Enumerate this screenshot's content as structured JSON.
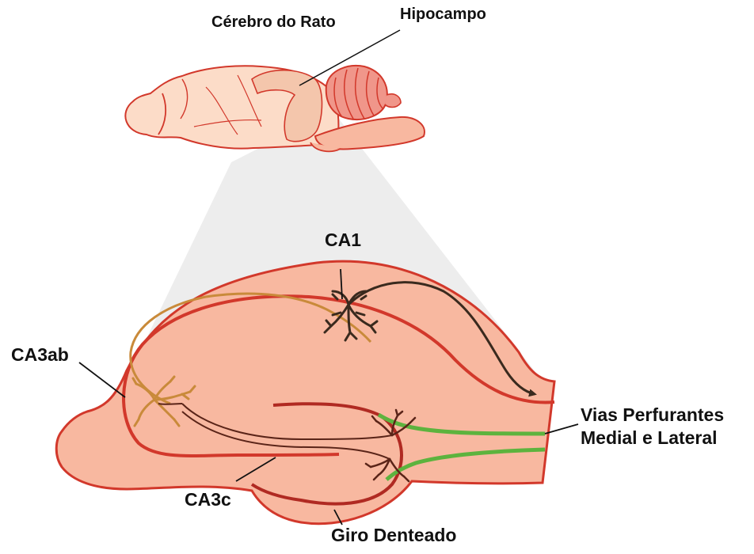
{
  "labels": {
    "brain_title": "Cérebro do Rato",
    "hippocampus": "Hipocampo",
    "ca1": "CA1",
    "ca3ab": "CA3ab",
    "ca3c": "CA3c",
    "dentate_gyrus": "Giro Denteado",
    "perforant_paths_line1": "Vias Perfurantes",
    "perforant_paths_line2": "Medial e Lateral"
  },
  "colors": {
    "tissue_fill": "#f8b8a0",
    "tissue_outline": "#d2382b",
    "brain_fill": "#fcdcc8",
    "hippocampus_overlay": "#f4c6ac",
    "cerebellum_fill": "#f0968a",
    "projection_cone": "#ededed",
    "schaffer_axon": "#c98a3a",
    "mossy_fiber": "#5a2418",
    "ca1_axon": "#3a2a1e",
    "perforant_path": "#5db33e",
    "leader_line": "#111111"
  }
}
